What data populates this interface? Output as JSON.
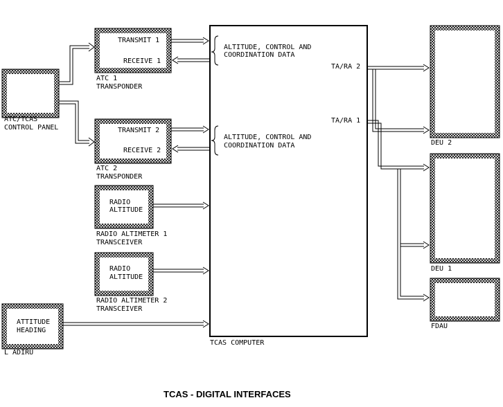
{
  "title": "TCAS - DIGITAL INTERFACES",
  "boxes": {
    "control_panel": {
      "line1": "ATC/TCAS",
      "line2": "CONTROL PANEL"
    },
    "atc1": {
      "transmit": "TRANSMIT 1",
      "receive": "RECEIVE 1",
      "name1": "ATC 1",
      "name2": "TRANSPONDER"
    },
    "atc2": {
      "transmit": "TRANSMIT 2",
      "receive": "RECEIVE 2",
      "name1": "ATC 2",
      "name2": "TRANSPONDER"
    },
    "ra1": {
      "line1": "RADIO",
      "line2": "ALTITUDE",
      "name1": "RADIO ALTIMETER 1",
      "name2": "TRANSCEIVER"
    },
    "ra2": {
      "line1": "RADIO",
      "line2": "ALTITUDE",
      "name1": "RADIO ALTIMETER 2",
      "name2": "TRANSCEIVER"
    },
    "adiru": {
      "line1": "ATTITUDE",
      "line2": "HEADING",
      "name": "L ADIRU"
    },
    "deu2": {
      "name": "DEU 2"
    },
    "deu1": {
      "name": "DEU 1"
    },
    "fdau": {
      "name": "FDAU"
    }
  },
  "computer": {
    "name": "TCAS COMPUTER",
    "data1": {
      "line1": "ALTITUDE, CONTROL AND",
      "line2": "COORDINATION DATA"
    },
    "data2": {
      "line1": "ALTITUDE, CONTROL AND",
      "line2": "COORDINATION DATA"
    },
    "tara2": "TA/RA 2",
    "tara1": "TA/RA 1"
  },
  "colors": {
    "line": "#000000",
    "background": "#ffffff"
  }
}
